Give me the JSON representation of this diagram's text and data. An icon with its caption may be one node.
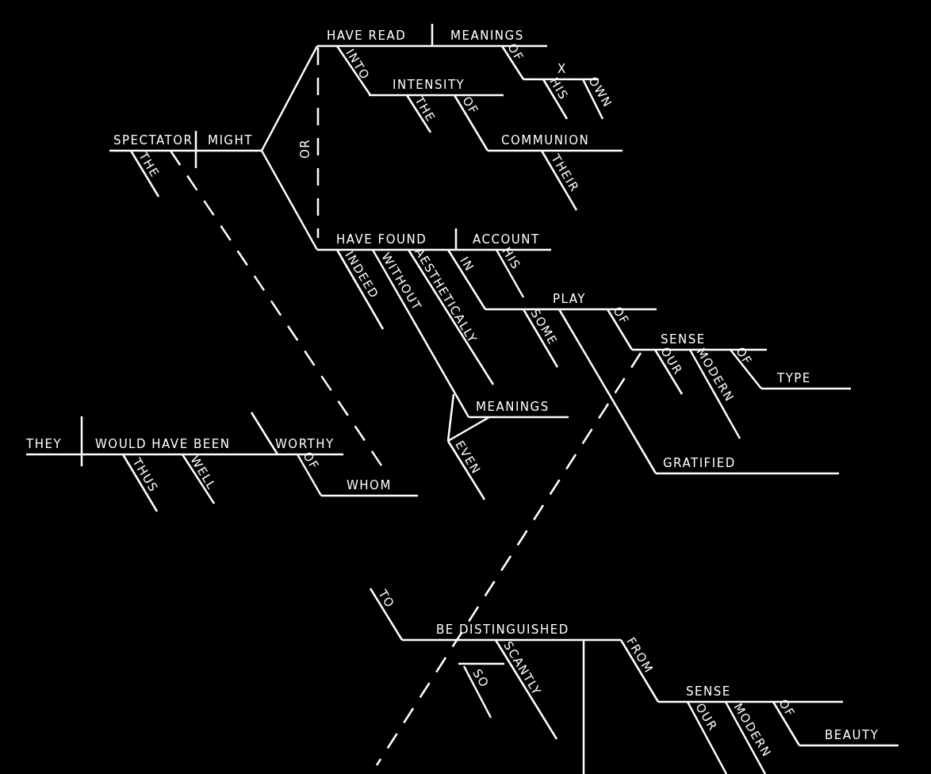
{
  "diagram": {
    "labels": [
      "HAVE READ",
      "MEANINGS",
      "INTO",
      "INTENSITY",
      "OF",
      "X",
      "HIS",
      "OWN",
      "THE",
      "OF",
      "SPECTATOR",
      "MIGHT",
      "OR",
      "COMMUNION",
      "THE",
      "THEIR",
      "HAVE FOUND",
      "ACCOUNT",
      "INDEED",
      "WITHOUT",
      "AESTHETICALLY",
      "IN",
      "HIS",
      "PLAY",
      "SOME",
      "OF",
      "SENSE",
      "OUR",
      "MODERN",
      "OF",
      "TYPE",
      "MEANINGS",
      "THEY",
      "WOULD HAVE BEEN",
      "WORTHY",
      "EVEN",
      "GRATIFIED",
      "THUS",
      "WELL",
      "OF",
      "WHOM",
      "TO",
      "BE DISTINGUISHED",
      "FROM",
      "SO",
      "SCANTLY",
      "SENSE",
      "OF",
      "BEAUTY",
      "OUR",
      "MODERN"
    ]
  }
}
